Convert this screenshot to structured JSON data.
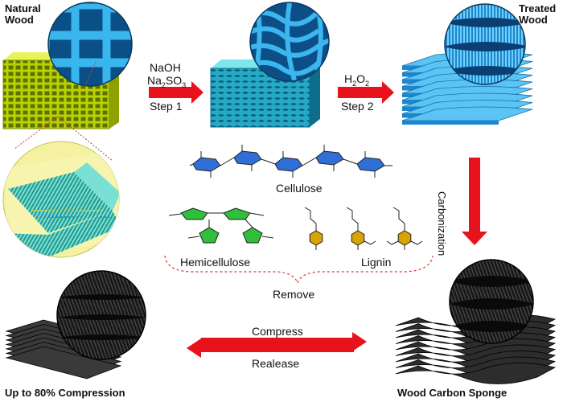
{
  "labels": {
    "natural_wood_line1": "Natural",
    "natural_wood_line2": "Wood",
    "treated_wood_line1": "Treated",
    "treated_wood_line2": "Wood",
    "step1_reagent1": "NaOH",
    "step1_reagent2_prefix": "Na",
    "step1_reagent2_sub1": "2",
    "step1_reagent2_mid": "SO",
    "step1_reagent2_sub2": "3",
    "step1_label": "Step 1",
    "step2_reagent_prefix": "H",
    "step2_reagent_sub1": "2",
    "step2_reagent_mid": "O",
    "step2_reagent_sub2": "2",
    "step2_label": "Step 2",
    "carbonization": "Carbonization",
    "cellulose": "Cellulose",
    "hemicellulose": "Hemicellulose",
    "lignin": "Lignin",
    "remove": "Remove",
    "compress": "Compress",
    "release": "Realease",
    "compression_caption": "Up to 80% Compression",
    "sponge_caption": "Wood Carbon Sponge"
  },
  "colors": {
    "arrow_red": "#e8121c",
    "natural_wood": "#c8e000",
    "treated_wood": "#1e9ad8",
    "cell_wall_blue": "#2ea6e0",
    "carbon_black": "#1a1a1a",
    "glucose_blue": "#2f6fd6",
    "xylose_green": "#2fbf3a",
    "lignin_gold": "#d9a400",
    "dotted_red": "#d23a3a"
  }
}
